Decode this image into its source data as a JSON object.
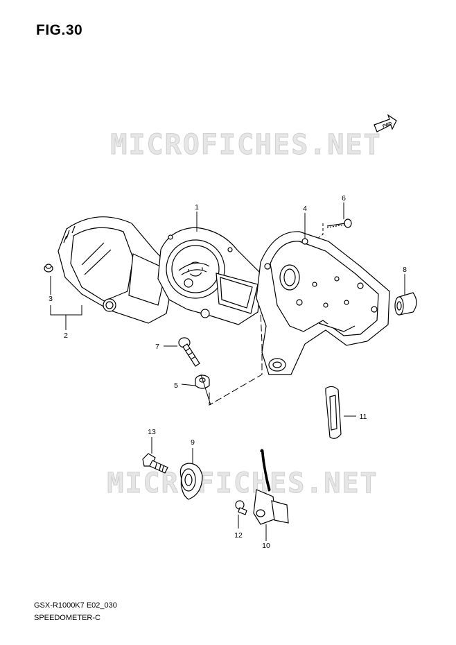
{
  "figure": {
    "title": "FIG.30",
    "model": "GSX-R1000K7 E02_030",
    "section": "SPEEDOMETER-C"
  },
  "watermark": {
    "text": "MICROFICHES.NET"
  },
  "fwd_label": "FWD",
  "callouts": [
    {
      "number": "1",
      "part": "speedometer-assembly"
    },
    {
      "number": "2",
      "part": "cover-lens"
    },
    {
      "number": "3",
      "part": "grommet"
    },
    {
      "number": "4",
      "part": "case-lower"
    },
    {
      "number": "5",
      "part": "cushion"
    },
    {
      "number": "6",
      "part": "screw"
    },
    {
      "number": "7",
      "part": "bolt"
    },
    {
      "number": "8",
      "part": "cushion-side"
    },
    {
      "number": "9",
      "part": "cushion-rubber"
    },
    {
      "number": "10",
      "part": "speed-sensor"
    },
    {
      "number": "11",
      "part": "clamp"
    },
    {
      "number": "12",
      "part": "bolt-sensor"
    },
    {
      "number": "13",
      "part": "bolt-mount"
    }
  ],
  "colors": {
    "line": "#000000",
    "watermark_fill": "#e6e6e6",
    "watermark_stroke": "#cfcfcf",
    "background": "#ffffff"
  }
}
